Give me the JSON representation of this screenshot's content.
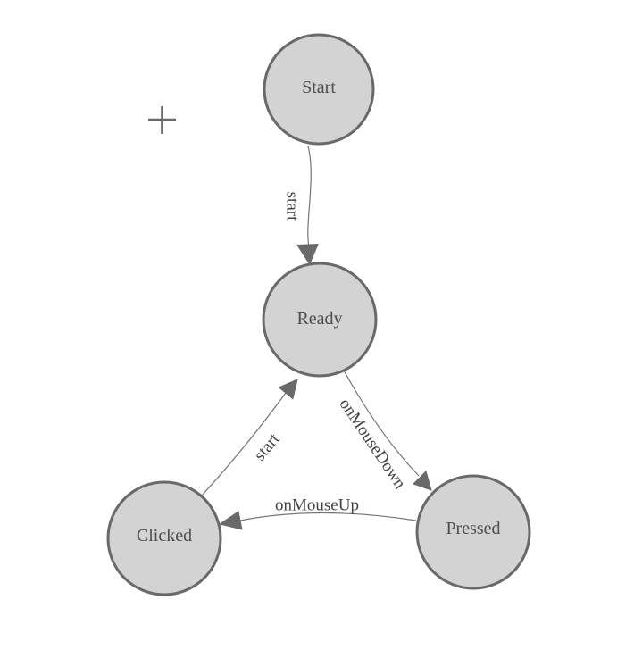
{
  "diagram": {
    "type": "state-machine-graph",
    "background": "#ffffff",
    "colors": {
      "node_fill": "#d3d3d3",
      "node_border": "#696969",
      "edge_line": "#757575",
      "arrowhead": "#696969",
      "node_label_text": "#4d4d4d",
      "edge_label_text": "#434343",
      "crosshair": "#6a6a6a"
    },
    "nodes": [
      {
        "id": "start",
        "label": "Start"
      },
      {
        "id": "ready",
        "label": "Ready"
      },
      {
        "id": "clicked",
        "label": "Clicked"
      },
      {
        "id": "pressed",
        "label": "Pressed"
      }
    ],
    "edges": [
      {
        "from": "Start",
        "to": "Ready",
        "label": "start"
      },
      {
        "from": "Ready",
        "to": "Pressed",
        "label": "onMouseDown"
      },
      {
        "from": "Pressed",
        "to": "Clicked",
        "label": "onMouseUp"
      },
      {
        "from": "Clicked",
        "to": "Ready",
        "label": "start"
      }
    ],
    "crosshair_marker": {
      "present": true
    }
  }
}
